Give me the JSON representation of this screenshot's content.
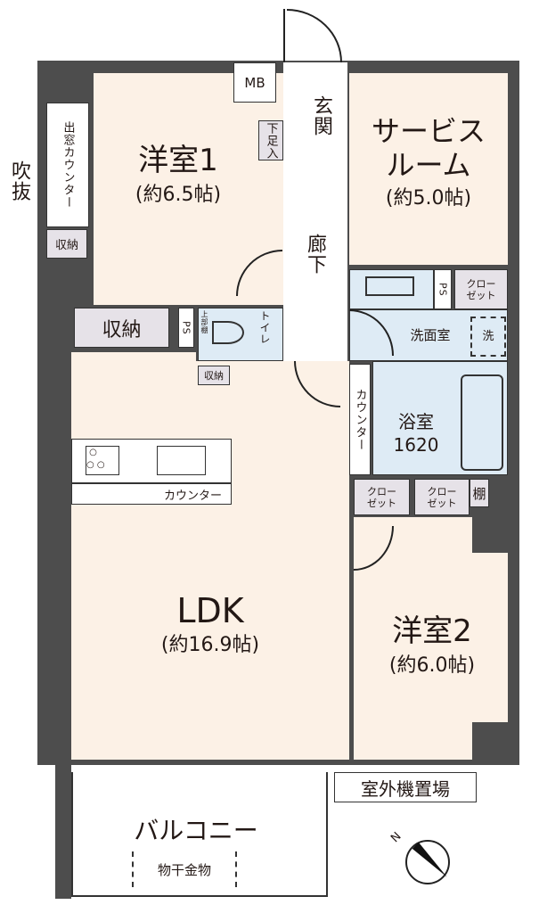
{
  "rooms": {
    "western1": {
      "name": "洋室1",
      "area": "(約6.5帖)"
    },
    "service": {
      "name1": "サービス",
      "name2": "ルーム",
      "area": "(約5.0帖)"
    },
    "ldk": {
      "name": "LDK",
      "area": "(約16.9帖)"
    },
    "western2": {
      "name": "洋室2",
      "area": "(約6.0帖)"
    },
    "entrance": "玄関",
    "hallway": "廊下",
    "shoe_storage": "下足入",
    "mb": "MB",
    "void": "吹抜",
    "bay_counter": "出窓カウンター",
    "storage": "収納",
    "ps": "PS",
    "toilet": "トイレ",
    "toilet_shelf": "上部棚",
    "washroom": "洗面室",
    "washer": "洗",
    "bathroom": "浴室",
    "bath_size": "1620",
    "counter": "カウンター",
    "closet1": "クロー",
    "closet2": "ゼット",
    "shelf": "棚",
    "kitchen_counter": "カウンター",
    "ac_space": "室外機置場",
    "balcony": "バルコニー",
    "drying_rack": "物干金物"
  },
  "compass": {
    "label": "N"
  }
}
